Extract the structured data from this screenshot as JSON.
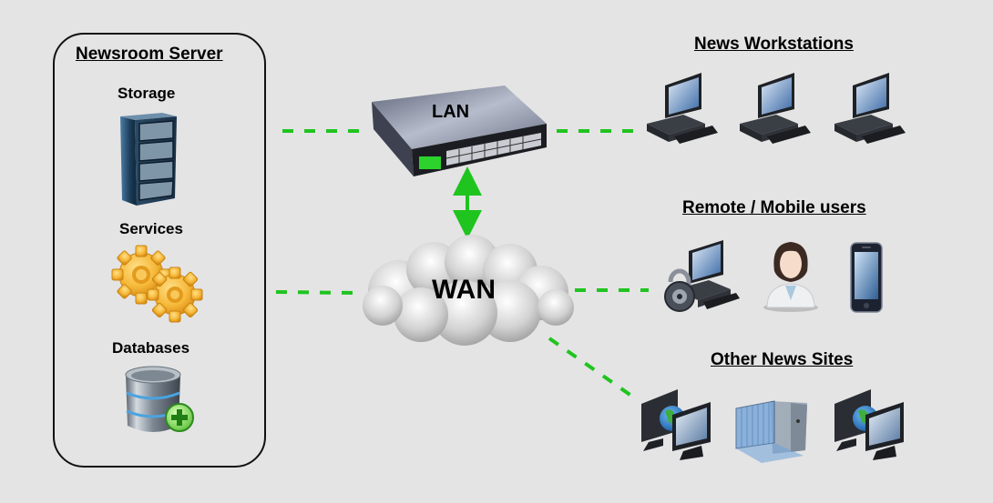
{
  "diagram": {
    "title": "Newsroom Network Diagram",
    "colors": {
      "background": "#e4e4e4",
      "link": "#1fc41f",
      "border": "#111111"
    },
    "server_group": {
      "heading": "Newsroom Server",
      "items": [
        {
          "label": "Storage",
          "icon": "server-rack-icon"
        },
        {
          "label": "Services",
          "icon": "gears-icon"
        },
        {
          "label": "Databases",
          "icon": "database-add-icon"
        }
      ]
    },
    "lan": {
      "label": "LAN",
      "icon": "network-switch-icon"
    },
    "wan": {
      "label": "WAN",
      "icon": "cloud-icon"
    },
    "groups": [
      {
        "heading": "News Workstations",
        "icons": [
          "desktop-computer-icon",
          "desktop-computer-icon",
          "desktop-computer-icon"
        ]
      },
      {
        "heading": "Remote / Mobile users",
        "icons": [
          "secure-computer-icon",
          "user-woman-icon",
          "smartphone-icon"
        ]
      },
      {
        "heading": "Other News Sites",
        "icons": [
          "networked-computers-globe-icon",
          "virtual-server-icon",
          "networked-computers-globe-icon"
        ]
      }
    ],
    "connections": [
      {
        "from": "Newsroom Server",
        "to": "LAN",
        "style": "dashed"
      },
      {
        "from": "Newsroom Server",
        "to": "WAN",
        "style": "dashed"
      },
      {
        "from": "LAN",
        "to": "News Workstations",
        "style": "dashed"
      },
      {
        "from": "LAN",
        "to": "WAN",
        "style": "double-arrow"
      },
      {
        "from": "WAN",
        "to": "Remote / Mobile users",
        "style": "dashed"
      },
      {
        "from": "WAN",
        "to": "Other News Sites",
        "style": "dashed"
      }
    ]
  }
}
